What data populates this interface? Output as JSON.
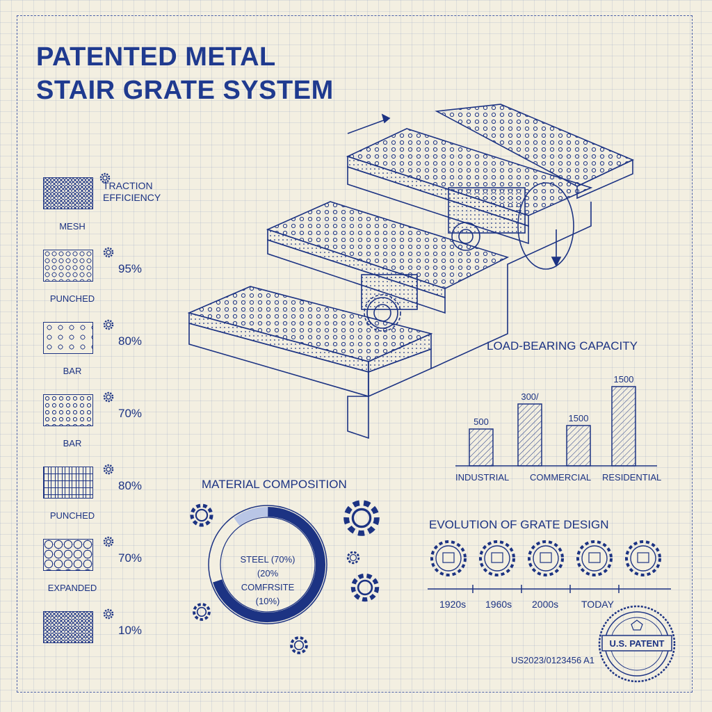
{
  "title": {
    "line1": "PATENTED METAL",
    "line2": "STAIR GRATE SYSTEM"
  },
  "traction": {
    "header": {
      "line1": "TRACTION",
      "line2": "EFFICIENCY"
    },
    "items": [
      {
        "label": "MESH",
        "value": ""
      },
      {
        "label": "PUNCHED",
        "value": "95%"
      },
      {
        "label": "BAR",
        "value": "80%"
      },
      {
        "label": "BAR",
        "value": "70%"
      },
      {
        "label": "PUNCHED",
        "value": "80%"
      },
      {
        "label": "EXPANDED",
        "value": "70%"
      },
      {
        "label": "",
        "value": "10%"
      }
    ]
  },
  "chart_data": {
    "type": "bar",
    "title": "LOAD-BEARING CAPACITY",
    "categories": [
      "INDUSTRIAL",
      "COMMERCIAL",
      "RESIDENTIAL"
    ],
    "series": [
      {
        "values": [
          500,
          300,
          1500,
          1500
        ]
      }
    ],
    "bar_labels": [
      "500",
      "300/",
      "1500",
      "1500"
    ]
  },
  "material": {
    "title": "MATERIAL COMPOSITION",
    "line1": "STEEL (70%)",
    "line2": "(20%",
    "line3": "COMFRSITE (10%)",
    "segments": [
      70,
      20,
      10
    ]
  },
  "evolution": {
    "title": "EVOLUTION OF GRATE DESIGN",
    "labels": [
      "1920s",
      "1960s",
      "2000s",
      "TODAY"
    ]
  },
  "stamp": {
    "text": "U.S. PATENT"
  },
  "patent_number": "US2023/0123456 A1",
  "colors": {
    "ink": "#1c3383",
    "paper": "#f3efe1",
    "fill": "#b9c6e6"
  }
}
